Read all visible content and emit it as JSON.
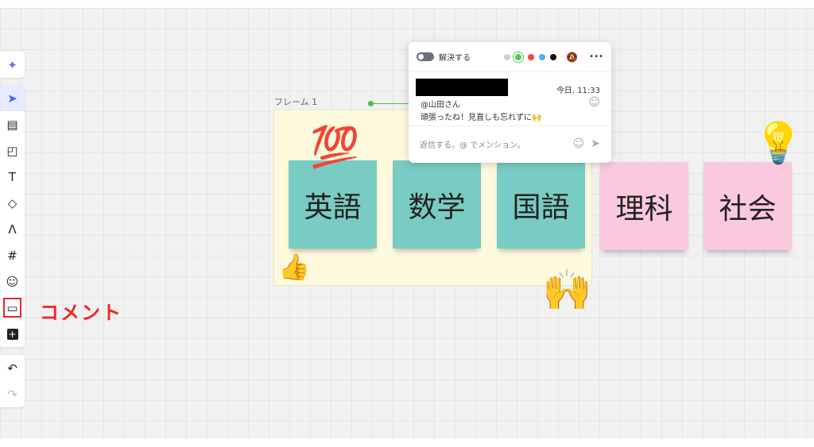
{
  "toolbar": {
    "tools": [
      {
        "name": "ai-sparkle",
        "glyph": "✦"
      },
      {
        "name": "select",
        "glyph": "➤"
      },
      {
        "name": "templates",
        "glyph": "▤"
      },
      {
        "name": "sticky-note",
        "glyph": "◰"
      },
      {
        "name": "text",
        "glyph": "T"
      },
      {
        "name": "shapes",
        "glyph": "◇"
      },
      {
        "name": "pen",
        "glyph": "Λ"
      },
      {
        "name": "frame",
        "glyph": "#"
      },
      {
        "name": "sticker",
        "glyph": "☺"
      },
      {
        "name": "comment",
        "glyph": "▭"
      },
      {
        "name": "add",
        "glyph": "+"
      },
      {
        "name": "undo",
        "glyph": "↶"
      },
      {
        "name": "redo",
        "glyph": "↷"
      }
    ]
  },
  "annotation": {
    "comment_label": "コメント",
    "color": "#f0262b"
  },
  "frame": {
    "label": "フレーム 1"
  },
  "stickies": [
    {
      "text": "英語",
      "color": "#78ccc3"
    },
    {
      "text": "数学",
      "color": "#78ccc3"
    },
    {
      "text": "国語",
      "color": "#78ccc3"
    },
    {
      "text": "理科",
      "color": "#fac9dd"
    },
    {
      "text": "社会",
      "color": "#fac9dd"
    }
  ],
  "stickers": {
    "hundred": "💯",
    "thumbs": "👍",
    "celebrate": "🙌",
    "bulb": "💡"
  },
  "comment": {
    "resolve_label": "解決する",
    "colors": [
      "#cfd0d6",
      "#5cc65c",
      "#e5484d",
      "#4fb0f5",
      "#111111"
    ],
    "timestamp": "今日, 11:33",
    "mention": "@山田さん",
    "body": "頑張ったね！見直しも忘れずに🙌",
    "reply_placeholder": "返信する。@ でメンション。",
    "more": "•••"
  }
}
